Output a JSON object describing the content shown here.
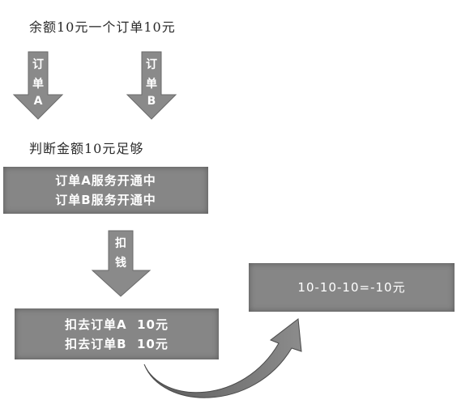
{
  "top_text": "余额10元一个订单10元",
  "arrow_a": {
    "chars": [
      "订",
      "单",
      "A"
    ]
  },
  "arrow_b": {
    "chars": [
      "订",
      "单",
      "B"
    ]
  },
  "judge_text": "判断金额10元足够",
  "service_box": {
    "lines": [
      "订单A服务开通中",
      "订单B服务开通中"
    ]
  },
  "deduct_arrow": {
    "chars": [
      "扣",
      "钱"
    ]
  },
  "deduct_box": {
    "lines": [
      "扣去订单A  10元",
      "扣去订单B  10元"
    ]
  },
  "result_box": {
    "text": "10-10-10=-10元"
  },
  "colors": {
    "box_fill": "#868686",
    "arrow_fill": "#8a8a8a",
    "text": "#2a2a2a"
  }
}
